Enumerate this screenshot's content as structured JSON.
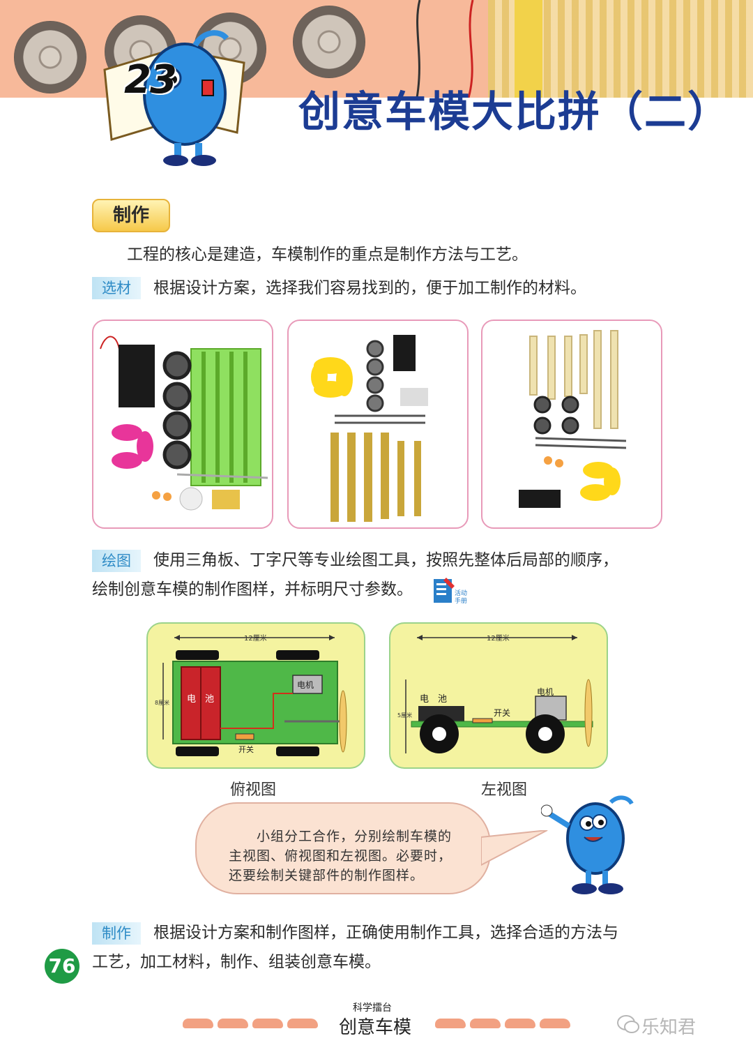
{
  "header": {
    "lesson_number": "23",
    "title": "创意车模大比拼（二）"
  },
  "section_tag": "制作",
  "intro": "工程的核心是建造，车模制作的重点是制作方法与工艺。",
  "steps": [
    {
      "tag": "选材",
      "text": "根据设计方案，选择我们容易找到的，便于加工制作的材料。"
    },
    {
      "tag": "绘图",
      "text_line1": "使用三角板、丁字尺等专业绘图工具，按照先整体后局部的顺序，",
      "text_line2": "绘制创意车模的制作图样，并标明尺寸参数。"
    },
    {
      "tag": "制作",
      "text_line1": "根据设计方案和制作图样，正确使用制作工具，选择合适的方法与",
      "text_line2": "工艺，加工材料，制作、组装创意车模。"
    }
  ],
  "activity_manual": {
    "line1": "活动",
    "line2": "手册"
  },
  "diagrams": {
    "top_view": {
      "caption": "俯视图",
      "width_label": "12厘米",
      "height_label": "8厘米",
      "battery_label_1": "电",
      "battery_label_2": "池",
      "motor_label": "电机",
      "switch_label": "开关"
    },
    "side_view": {
      "caption": "左视图",
      "width_label": "12厘米",
      "height_label": "5厘米",
      "battery_label_1": "电",
      "battery_label_2": "池",
      "motor_label": "电机",
      "switch_label": "开关"
    }
  },
  "speech_bubble": {
    "line1": "小组分工合作，分别绘制车模的",
    "line2": "主视图、俯视图和左视图。必要时，",
    "line3": "还要绘制关键部件的制作图样。"
  },
  "page_number": "76",
  "footer": {
    "small": "科学擂台",
    "big": "创意车模"
  },
  "watermark": "乐知君",
  "colors": {
    "title": "#1c3c93",
    "tag_text": "#2e8bc6",
    "page_badge": "#1f9b45",
    "photo_border": "#e89ab9",
    "diagram_bg": "#f4f3a0"
  }
}
